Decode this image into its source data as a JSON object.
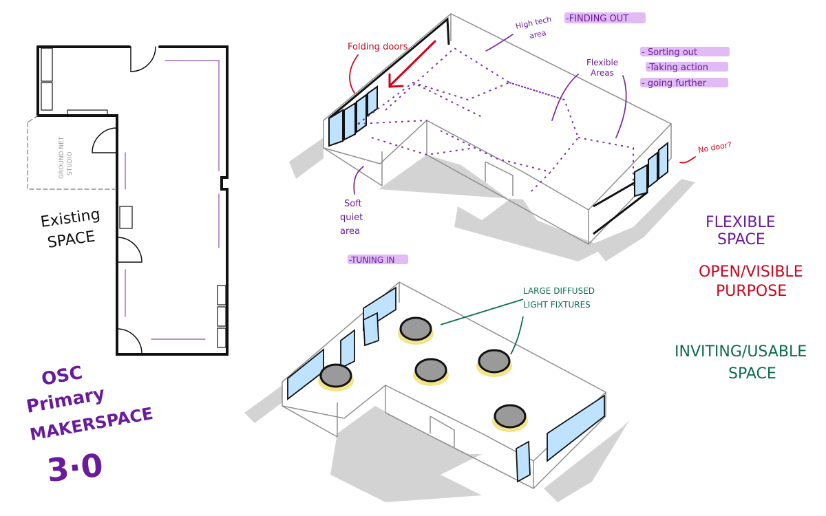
{
  "colors": {
    "purple": "#6a1b9a",
    "red": "#d0021b",
    "green": "#0b6b4e",
    "ink": "#111111",
    "wall": "#8d8d8d",
    "shadow": "#d3d3d3",
    "glass": "#bfe3ff",
    "highlight": "#d7a6f0",
    "glow": "#f3e38a",
    "fixture": "#9a9a9a"
  },
  "plan": {
    "existing_label_line1": "Existing",
    "existing_label_line2": "SPACE",
    "room_label_line1": "GROUND NET",
    "room_label_line2": "STUDIO"
  },
  "title": {
    "line1": "OSC",
    "line2": "Primary",
    "line3": "MAKERSPACE",
    "line4": "3·0"
  },
  "top_sketch": {
    "finding_out": "-FINDING OUT",
    "list": [
      "- Sorting out",
      "-Taking action",
      "- going further"
    ],
    "folding_doors": "Folding doors",
    "high_tech_line1": "High tech",
    "high_tech_line2": "area",
    "flexible_areas_line1": "Flexible",
    "flexible_areas_line2": "Areas",
    "soft_quiet_line1": "Soft",
    "soft_quiet_line2": "quiet",
    "soft_quiet_line3": "area",
    "no_door": "No door?"
  },
  "bottom_sketch": {
    "tuning_in": "-TUNING IN",
    "fixtures_line1": "LARGE DIFFUSED",
    "fixtures_line2": "LIGHT FIXTURES"
  },
  "principles": {
    "flexible_line1": "FLEXIBLE",
    "flexible_line2": "SPACE",
    "open_line1": "OPEN/VISIBLE",
    "open_line2": "PURPOSE",
    "inviting_line1": "INVITING/USABLE",
    "inviting_line2": "SPACE"
  }
}
